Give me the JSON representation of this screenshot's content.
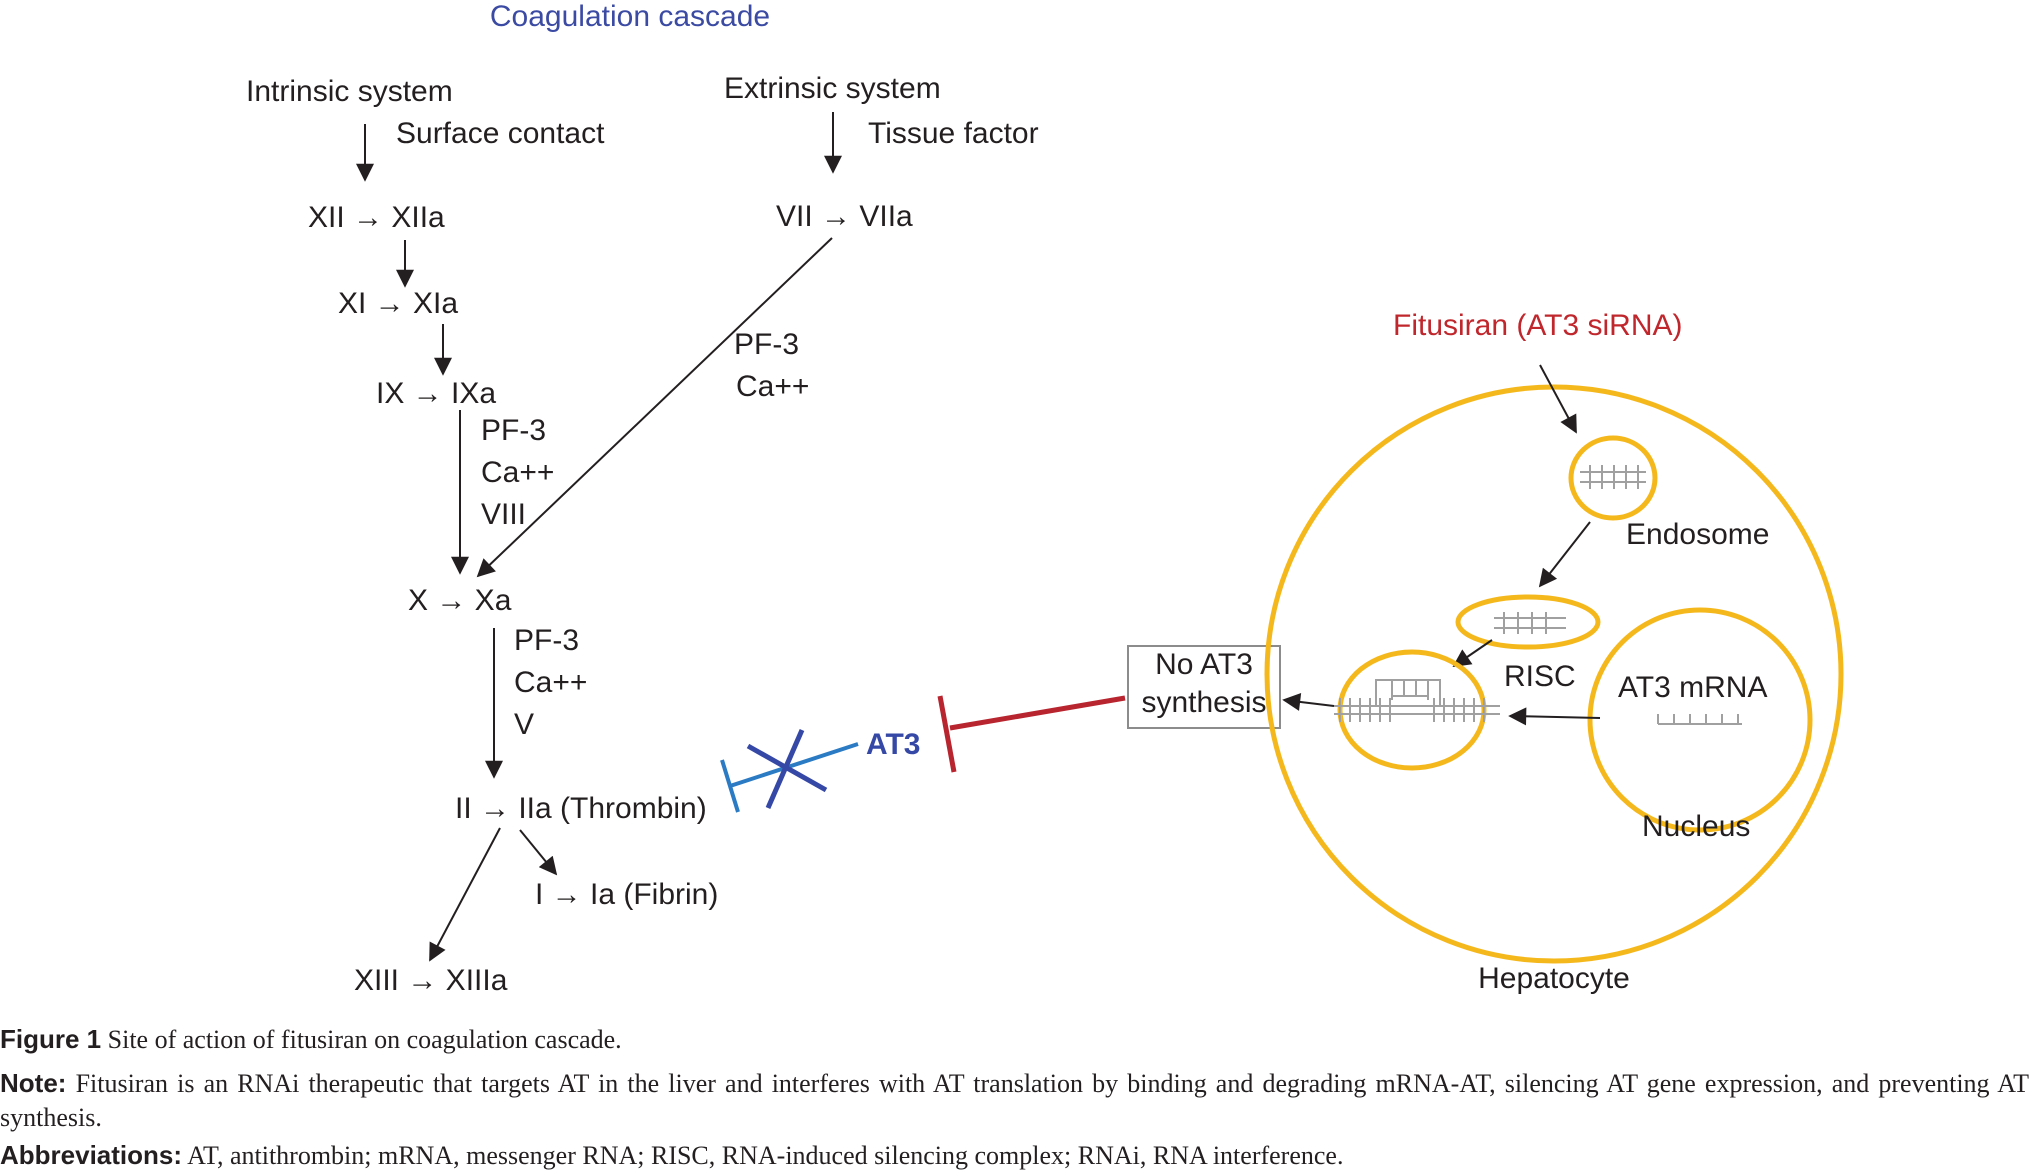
{
  "title": "Coagulation cascade",
  "intrinsic": {
    "label": "Intrinsic system",
    "trigger": "Surface contact",
    "steps": [
      "XII → XIIa",
      "XI → XIa",
      "IX → IXa"
    ],
    "cofactors_ix_to_x": [
      "PF-3",
      "Ca++",
      "VIII"
    ]
  },
  "extrinsic": {
    "label": "Extrinsic system",
    "trigger": "Tissue factor",
    "step": "VII → VIIa",
    "cofactors": [
      "PF-3",
      "Ca++"
    ]
  },
  "common": {
    "x_step": "X → Xa",
    "cofactors_x_to_ii": [
      "PF-3",
      "Ca++",
      "V"
    ],
    "ii_step": "II → IIa (Thrombin)",
    "i_step": "I → Ia (Fibrin)",
    "xiii_step": "XIII → XIIIa"
  },
  "at3_label": "AT3",
  "no_synthesis": [
    "No AT3",
    "synthesis"
  ],
  "fitusiran_label": "Fitusiran (AT3 siRNA)",
  "hepatocyte": {
    "label": "Hepatocyte",
    "endosome": "Endosome",
    "risc": "RISC",
    "mrna": "AT3 mRNA",
    "nucleus": "Nucleus"
  },
  "colors": {
    "title": "#3b4aa3",
    "fitusiran": "#c0272d",
    "at3_label": "#3548a6",
    "inhibition": "#b8252f",
    "blocked_line": "#2b7bc4",
    "cross": "#3548a6",
    "organelle": "#f5b81c",
    "strand": "#a0a0a0"
  },
  "caption": {
    "figure_label": "Figure 1",
    "figure_text": "Site of action of fitusiran on coagulation cascade.",
    "note_label": "Note:",
    "note_text": "Fitusiran is an RNAi therapeutic that targets AT in the liver and interferes with AT translation by binding and degrading mRNA-AT, silencing AT gene expression, and preventing AT synthesis.",
    "abbr_label": "Abbreviations:",
    "abbr_text": "AT, antithrombin; mRNA, messenger RNA; RISC, RNA-induced silencing complex; RNAi, RNA interference."
  }
}
